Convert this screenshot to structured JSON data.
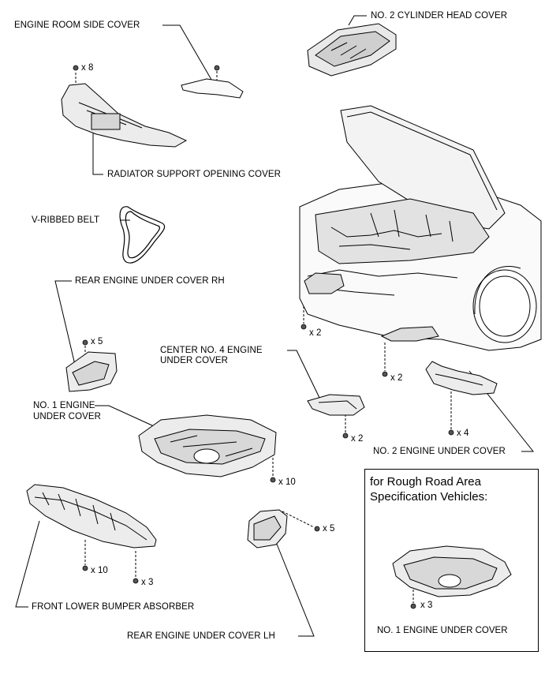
{
  "labels": {
    "engine_room_side_cover": "ENGINE ROOM SIDE COVER",
    "no2_cylinder_head_cover": "NO. 2 CYLINDER HEAD COVER",
    "radiator_support_opening_cover": "RADIATOR SUPPORT OPENING COVER",
    "v_ribbed_belt": "V-RIBBED BELT",
    "rear_engine_under_cover_rh": "REAR ENGINE UNDER COVER RH",
    "center_no4_line1": "CENTER NO. 4 ENGINE",
    "center_no4_line2": "UNDER COVER",
    "no1_engine_line1": "NO. 1 ENGINE",
    "no1_engine_line2": "UNDER COVER",
    "no2_engine_under_cover": "NO. 2 ENGINE UNDER COVER",
    "front_lower_bumper_absorber": "FRONT LOWER BUMPER ABSORBER",
    "rear_engine_under_cover_lh": "REAR ENGINE UNDER COVER LH"
  },
  "counts": {
    "radiator_clips": "x 8",
    "rh_bolts": "x 5",
    "car_left_bolts": "x 2",
    "car_center_bolts": "x 2",
    "center_no4_bolts": "x 2",
    "no2_bolts": "x 4",
    "no1_bolts": "x 10",
    "bumper_bolts_a": "x 10",
    "bumper_bolts_b": "x 3",
    "lh_bolts": "x 5"
  },
  "inset": {
    "title_line1": "for Rough Road Area",
    "title_line2": "Specification Vehicles:",
    "bolt_count": "x 3",
    "part_label": "NO. 1 ENGINE UNDER COVER"
  }
}
